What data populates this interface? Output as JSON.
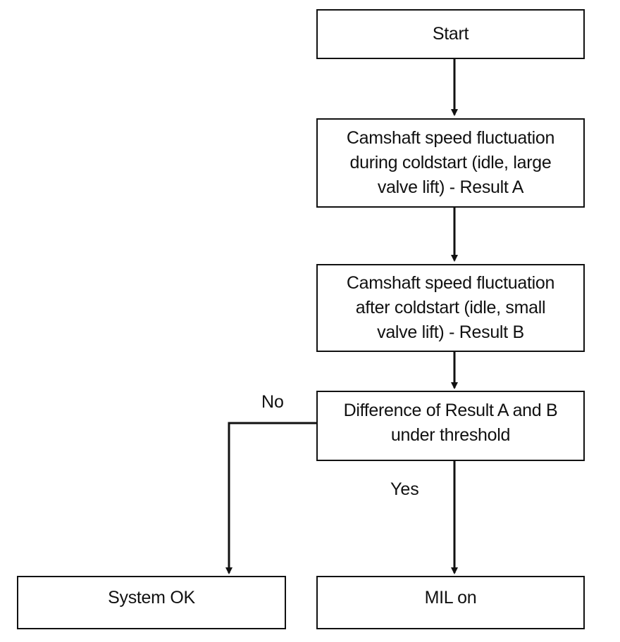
{
  "flowchart": {
    "nodes": {
      "start": "Start",
      "result_a": "Camshaft speed fluctuation\nduring coldstart (idle, large\nvalve lift) - Result A",
      "result_b": "Camshaft speed fluctuation\nafter coldstart (idle, small\nvalve lift) - Result B",
      "decision": "Difference of Result A and B\nunder threshold",
      "system_ok": "System OK",
      "mil_on": "MIL on"
    },
    "edge_labels": {
      "no": "No",
      "yes": "Yes"
    }
  }
}
